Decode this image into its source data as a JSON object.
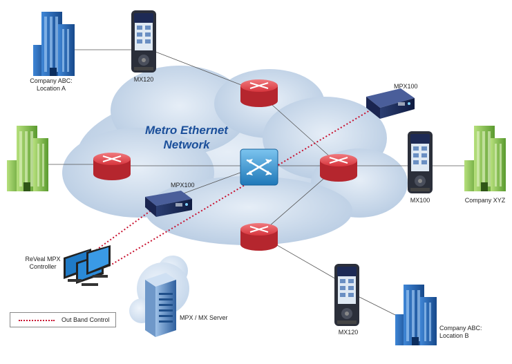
{
  "network": {
    "title_line1": "Metro Ethernet",
    "title_line2": "Network"
  },
  "labels": {
    "company_abc_a_line1": "Company ABC:",
    "company_abc_a_line2": "Location A",
    "mx120_top": "MX120",
    "mpx100_right": "MPX100",
    "mx100": "MX100",
    "company_xyz": "Company XYZ",
    "mpx100_mid": "MPX100",
    "reveal_line1": "ReVeal MPX",
    "reveal_line2": "Controller",
    "server": "MPX / MX Server",
    "mx120_bottom": "MX120",
    "company_abc_b_line1": "Company ABC:",
    "company_abc_b_line2": "Location B"
  },
  "legend": {
    "label": "Out Band Control",
    "line_color": "#c8102e"
  },
  "colors": {
    "cloud": "#c9d8ea",
    "router": "#d7353d",
    "switch": "#2e8fd0",
    "building_blue": "#1e5fae",
    "building_green": "#7bc043",
    "link": "#555555",
    "out_band": "#c8102e"
  }
}
